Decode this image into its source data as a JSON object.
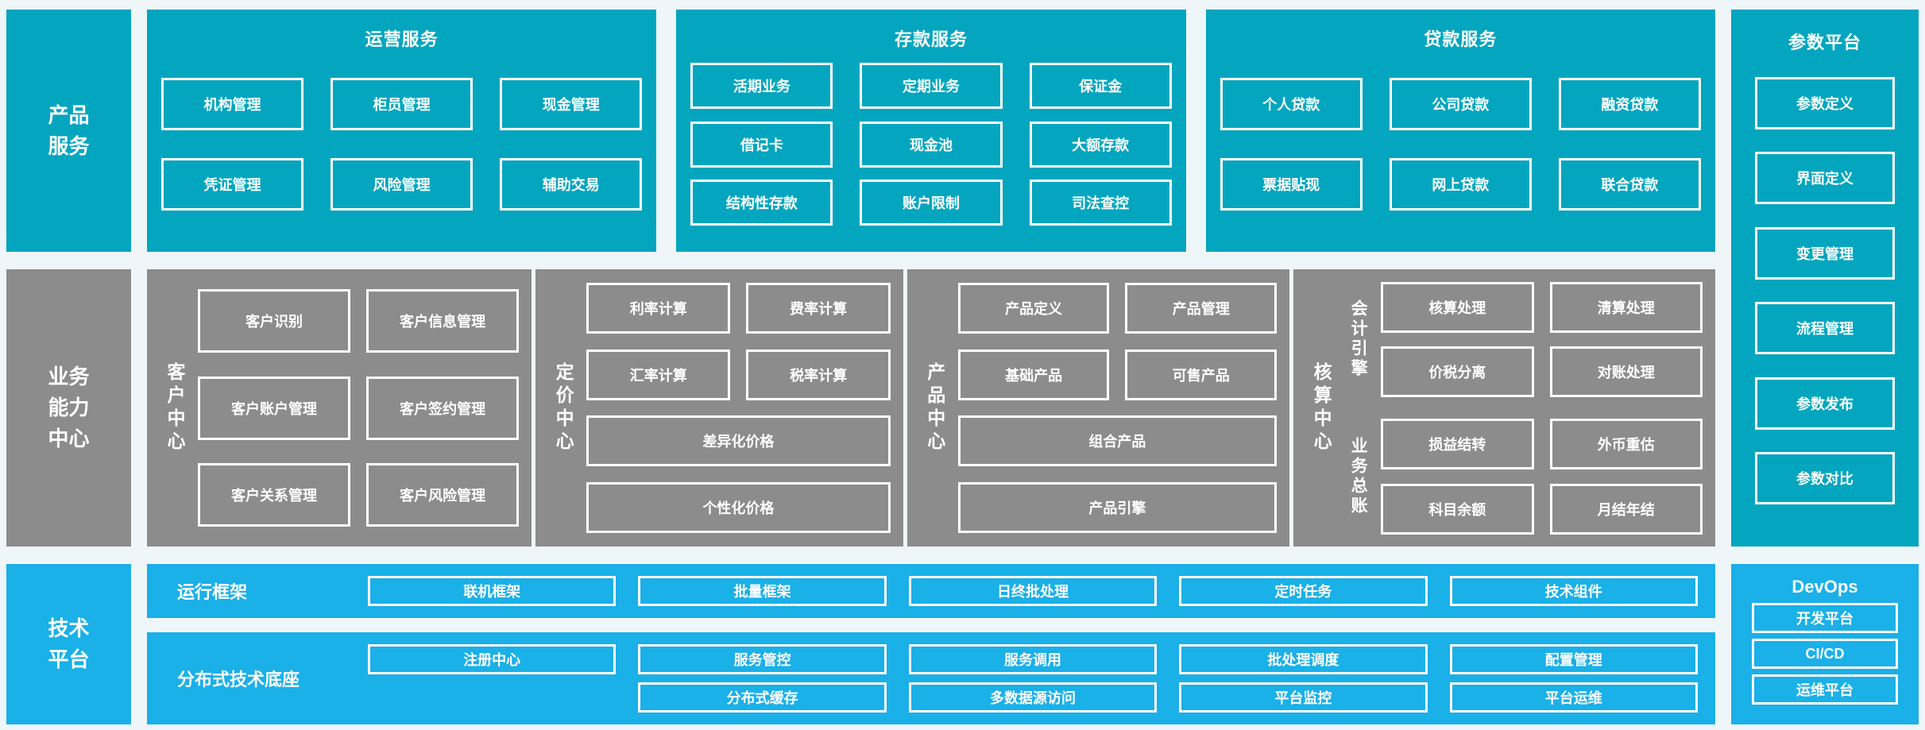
{
  "palette": {
    "teal": "#03A6BE",
    "blue": "#1AB0E8",
    "gray": "#8C8C8C",
    "background": "#EFF6F9",
    "box_border": "#FFFFFF",
    "text": "#FFFFFF"
  },
  "left_rail": {
    "product_services": "产品\n服务",
    "business_capability": "业务\n能力\n中心",
    "tech_platform": "技术\n平台"
  },
  "product_row": {
    "operations": {
      "title": "运营服务",
      "boxes": [
        "机构管理",
        "柜员管理",
        "现金管理",
        "凭证管理",
        "风险管理",
        "辅助交易"
      ]
    },
    "deposit": {
      "title": "存款服务",
      "boxes": [
        "活期业务",
        "定期业务",
        "保证金",
        "借记卡",
        "现金池",
        "大额存款",
        "结构性存款",
        "账户限制",
        "司法查控"
      ]
    },
    "loan": {
      "title": "贷款服务",
      "boxes": [
        "个人贷款",
        "公司贷款",
        "融资贷款",
        "票据贴现",
        "网上贷款",
        "联合贷款"
      ]
    }
  },
  "parameter_platform": {
    "title": "参数平台",
    "boxes": [
      "参数定义",
      "界面定义",
      "变更管理",
      "流程管理",
      "参数发布",
      "参数对比"
    ]
  },
  "capability_row": {
    "customer_center": {
      "label": "客户中心",
      "boxes": [
        "客户识别",
        "客户信息管理",
        "客户账户管理",
        "客户签约管理",
        "客户关系管理",
        "客户风险管理"
      ]
    },
    "pricing_center": {
      "label": "定价中心",
      "boxes": [
        "利率计算",
        "费率计算",
        "汇率计算",
        "税率计算"
      ],
      "wide": [
        "差异化价格",
        "个性化价格"
      ]
    },
    "product_center": {
      "label": "产品中心",
      "boxes": [
        "产品定义",
        "产品管理",
        "基础产品",
        "可售产品"
      ],
      "wide": [
        "组合产品",
        "产品引擎"
      ]
    },
    "accounting_center": {
      "label": "核算中心",
      "groups": [
        {
          "label": "会计引擎",
          "boxes": [
            "核算处理",
            "清算处理",
            "价税分离",
            "对账处理"
          ]
        },
        {
          "label": "业务总账",
          "boxes": [
            "损益结转",
            "外币重估",
            "科目余额",
            "月结年结"
          ]
        }
      ]
    }
  },
  "tech_row": {
    "runtime": {
      "label": "运行框架",
      "boxes": [
        "联机框架",
        "批量框架",
        "日终批处理",
        "定时任务",
        "技术组件"
      ]
    },
    "distributed": {
      "label": "分布式技术底座",
      "registry": "注册中心",
      "boxes": [
        "服务管控",
        "服务调用",
        "批处理调度",
        "配置管理",
        "分布式缓存",
        "多数据源访问",
        "平台监控",
        "平台运维"
      ]
    },
    "devops": {
      "title": "DevOps",
      "boxes": [
        "开发平台",
        "CI/CD",
        "运维平台"
      ]
    }
  }
}
